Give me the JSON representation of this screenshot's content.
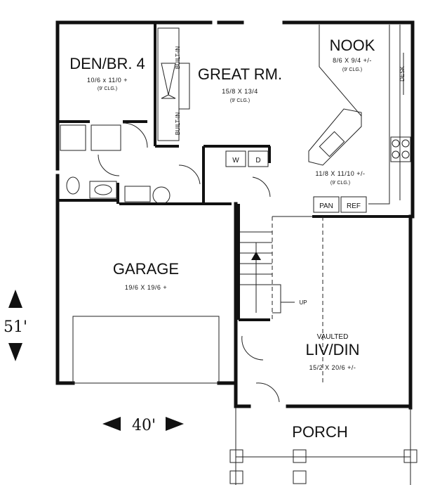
{
  "rooms": {
    "den": {
      "name": "DEN/BR. 4",
      "dims": "10/6 x 11/0 +",
      "ceiling": "(9' CLG.)"
    },
    "great": {
      "name": "GREAT RM.",
      "dims": "15/8 X 13/4",
      "ceiling": "(9' CLG.)"
    },
    "nook": {
      "name": "NOOK",
      "dims": "8/6 X 9/4 +/-",
      "ceiling": "(9' CLG.)"
    },
    "kitchen": {
      "dims": "11/8 X 11/10 +/-",
      "ceiling": "(9' CLG.)"
    },
    "garage": {
      "name": "GARAGE",
      "dims": "19/6 X 19/6 +"
    },
    "livdin": {
      "vaulted": "VAULTED",
      "name": "LIV/DIN",
      "dims": "15/2 X 20/6 +/-"
    },
    "porch": {
      "name": "PORCH"
    }
  },
  "labels": {
    "builtin_top": "BUILT-IN",
    "builtin_bottom": "BUILT-IN",
    "desk": "DESK",
    "pan": "PAN",
    "ref": "REF",
    "washer": "W",
    "dryer": "D",
    "up": "UP"
  },
  "overall": {
    "depth": "51'",
    "width": "40'"
  }
}
